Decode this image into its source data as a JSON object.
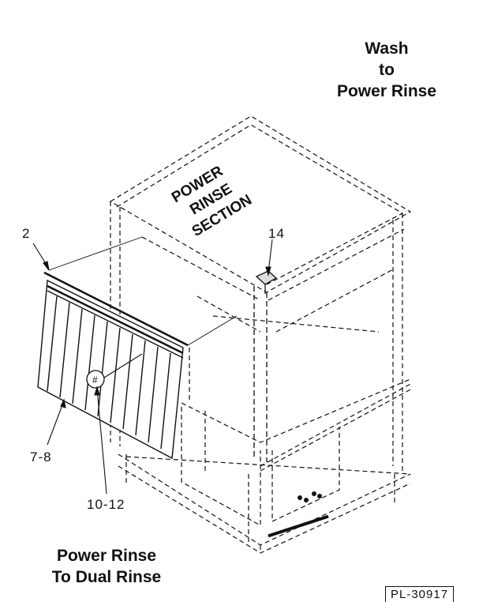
{
  "headings": {
    "top": [
      "Wash",
      "to",
      "Power Rinse"
    ],
    "bottom": [
      "Power Rinse",
      "To Dual Rinse"
    ]
  },
  "section_label": [
    "POWER",
    "RINSE",
    "SECTION"
  ],
  "callouts": {
    "panel": "2",
    "corner_post": "14",
    "side_panel": "7-8",
    "fastener": "10-12"
  },
  "detail_symbol": "#",
  "drawing_number": "PL-30917"
}
